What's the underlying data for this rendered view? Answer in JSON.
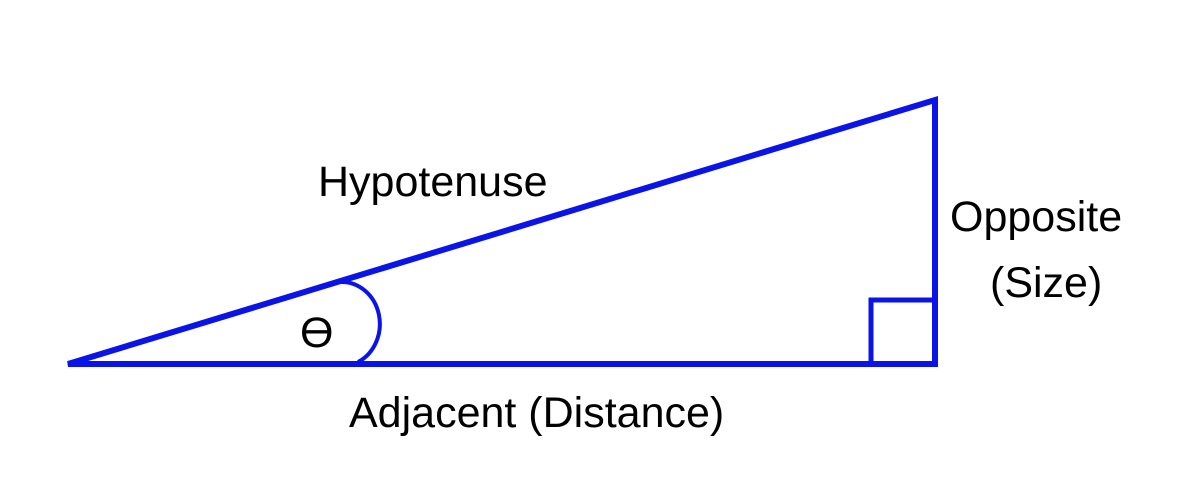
{
  "diagram": {
    "line_color": "#0a14e6",
    "text_color": "#000000",
    "background": "#ffffff",
    "labels": {
      "hypotenuse": "Hypotenuse",
      "opposite_line1": "Opposite",
      "opposite_line2": "(Size)",
      "adjacent": "Adjacent (Distance)",
      "angle": "Ɵ"
    }
  }
}
